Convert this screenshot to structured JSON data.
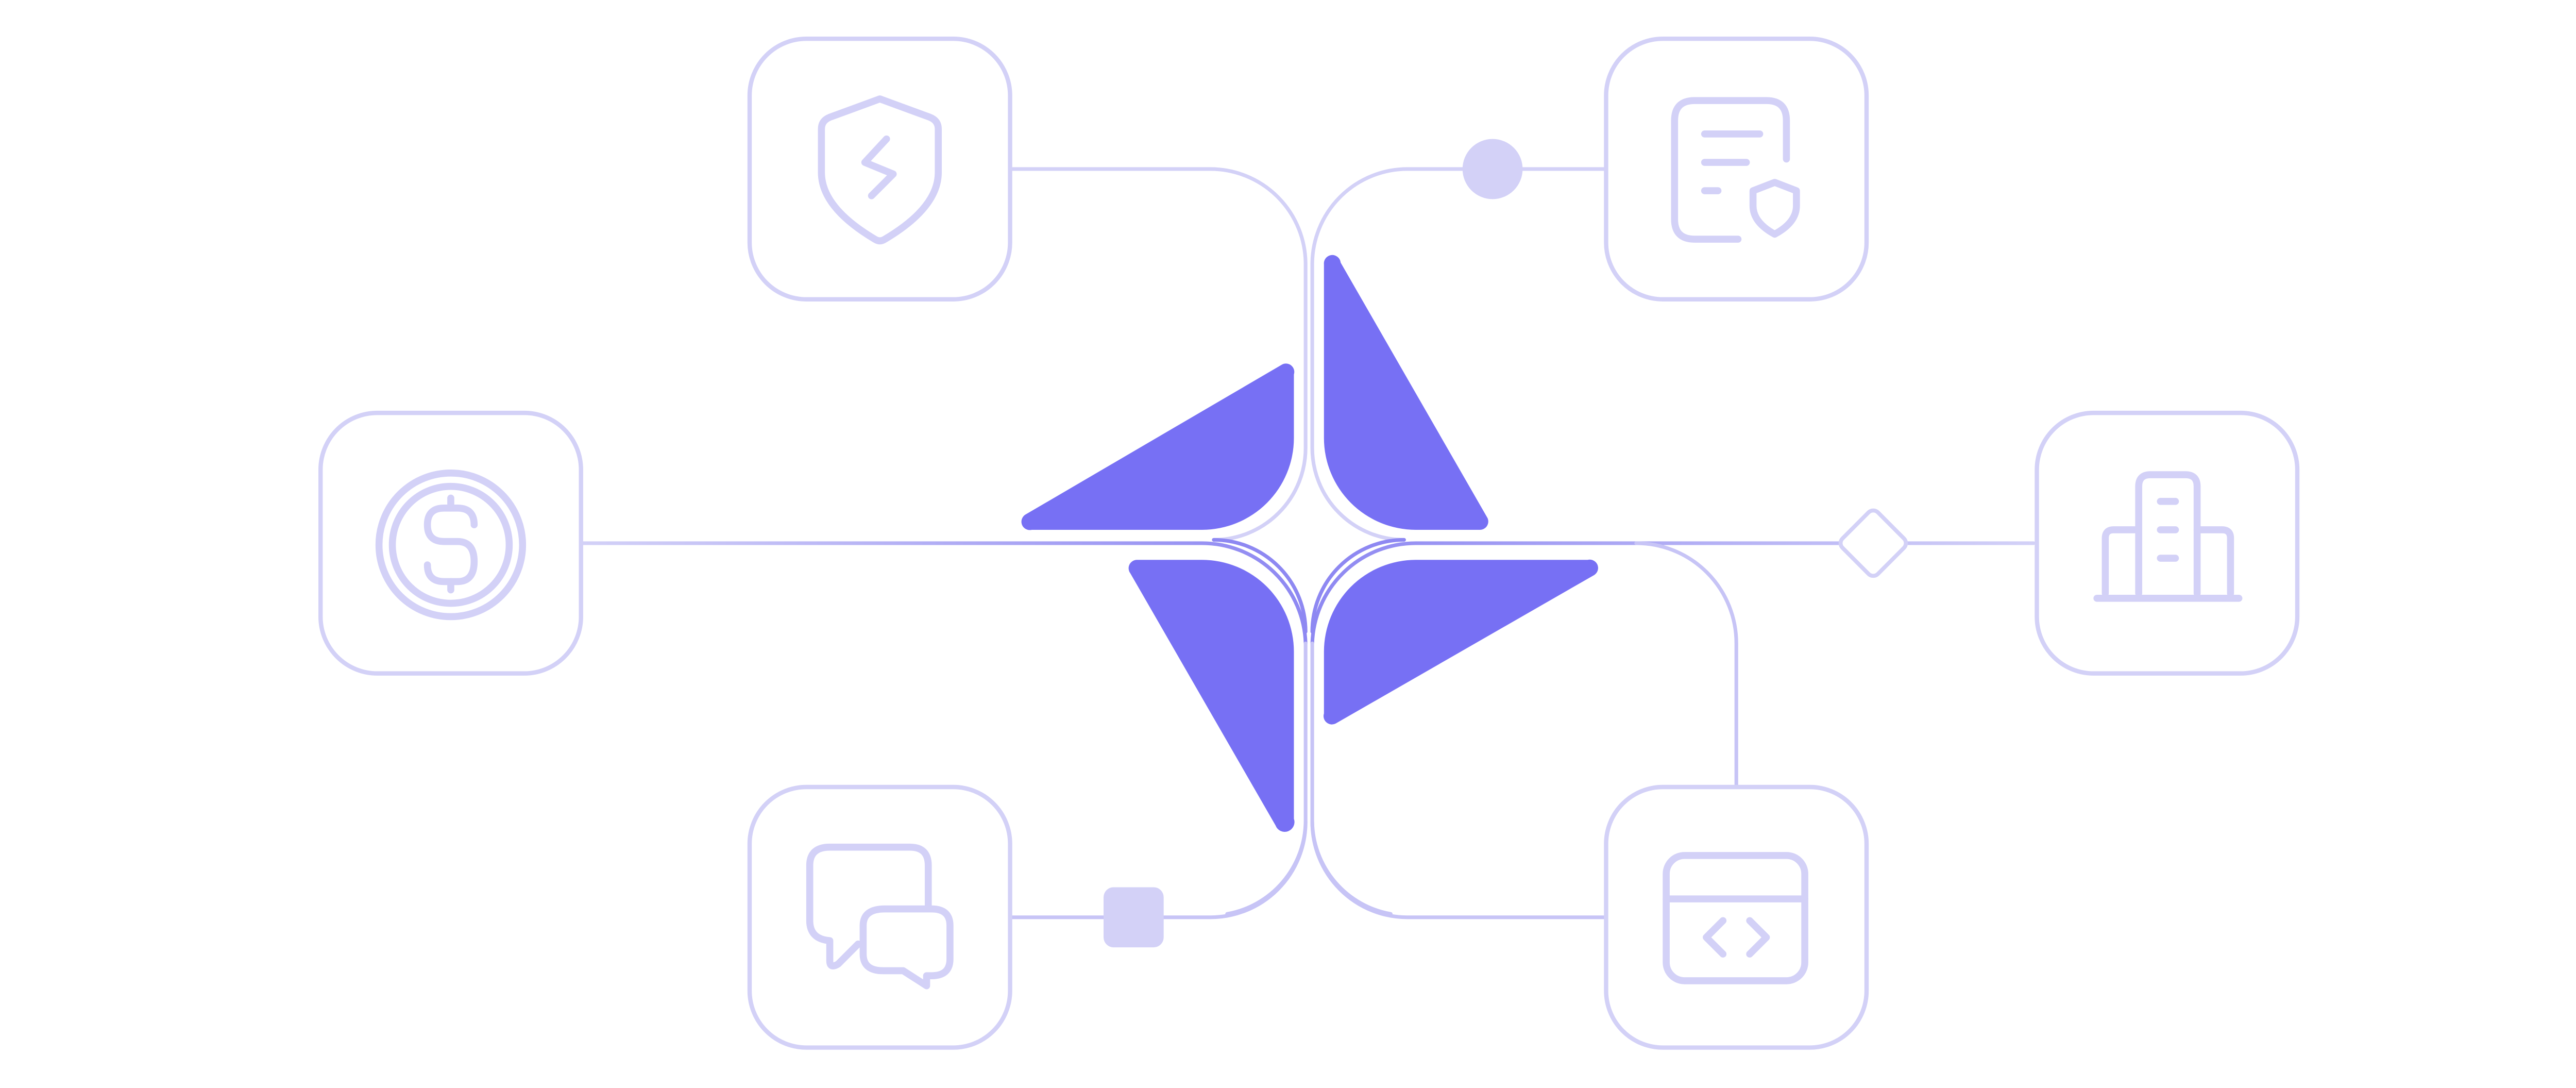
{
  "colors": {
    "background": "#ffffff",
    "light_stroke": "#d3d1f7",
    "mid_stroke": "#b9b6f3",
    "connector_accent": "#9b96f0",
    "accent": "#7770f4"
  },
  "hub": {
    "icon": "four-point-star-logo-icon"
  },
  "nodes": [
    {
      "id": "security",
      "icon": "shield-lightning-icon"
    },
    {
      "id": "compliance",
      "icon": "document-shield-icon"
    },
    {
      "id": "finance",
      "icon": "dollar-circle-icon"
    },
    {
      "id": "enterprise",
      "icon": "office-building-icon"
    },
    {
      "id": "support",
      "icon": "chat-bubbles-icon"
    },
    {
      "id": "developer",
      "icon": "code-window-icon"
    }
  ],
  "connector_markers": [
    {
      "icon": "circle-marker-icon"
    },
    {
      "icon": "diamond-marker-icon"
    },
    {
      "icon": "rounded-square-marker-icon"
    }
  ]
}
